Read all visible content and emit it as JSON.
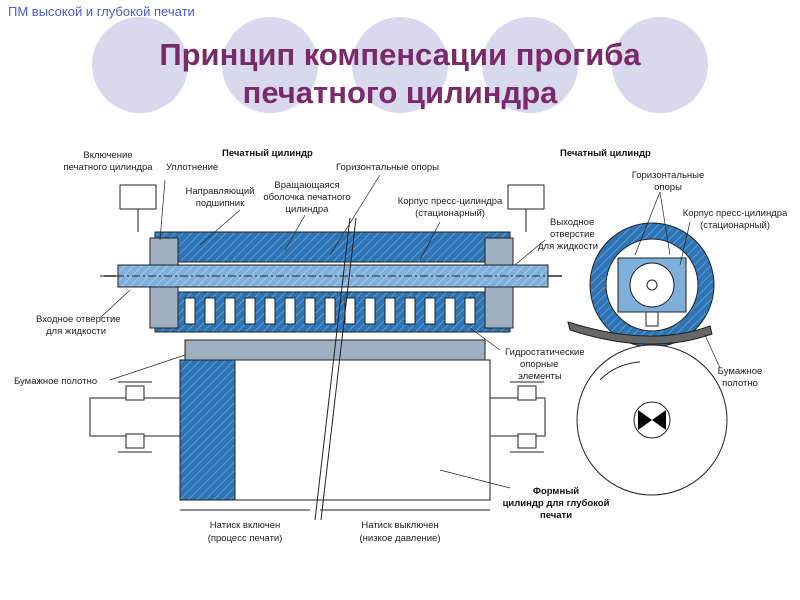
{
  "header": {
    "section": "ПМ высокой и глубокой печати"
  },
  "title": {
    "line1": "Принцип компенсации прогиба",
    "line2": "печатного цилиндра"
  },
  "colors": {
    "title": "#7a2a6b",
    "section": "#4a5bd4",
    "circles": "#d9d9ee",
    "steel": "#2e74b5",
    "metal": "#9fb0c0"
  },
  "labels": {
    "activation_l1": "Включение",
    "activation_l2": "печатного цилиндра",
    "seal": "Уплотнение",
    "print_cyl_top": "Печатный цилиндр",
    "guide_l1": "Направляющий",
    "guide_l2": "подшипник",
    "rot_l1": "Вращающаяся",
    "rot_l2": "оболочка печатного",
    "rot_l3": "цилиндра",
    "horiz_supports": "Горизонтальные опоры",
    "housing_l1": "Корпус пресс-цилиндра",
    "housing_l2": "(стационарный)",
    "outlet_l1": "Выходное",
    "outlet_l2": "отверстие",
    "outlet_l3": "для жидкости",
    "inlet_l1": "Входное отверстие",
    "inlet_l2": "для жидкости",
    "paper_web_left": "Бумажное полотно",
    "hydro_l1": "Гидростатические",
    "hydro_l2": "опорные",
    "hydro_l3": "элементы",
    "forme_l1": "Формный",
    "forme_l2": "цилиндр для глубокой",
    "forme_l3": "печати",
    "nip_on_l1": "Натиск включен",
    "nip_on_l2": "(процесс печати)",
    "nip_off_l1": "Натиск выключен",
    "nip_off_l2": "(низкое давление)",
    "right_print_cyl": "Печатный цилиндр",
    "right_horiz_l1": "Горизонтальные",
    "right_horiz_l2": "опоры",
    "right_housing_l1": "Корпус пресс-цилиндра",
    "right_housing_l2": "(стационарный)",
    "right_paper_l1": "Бумажное",
    "right_paper_l2": "полотно"
  }
}
